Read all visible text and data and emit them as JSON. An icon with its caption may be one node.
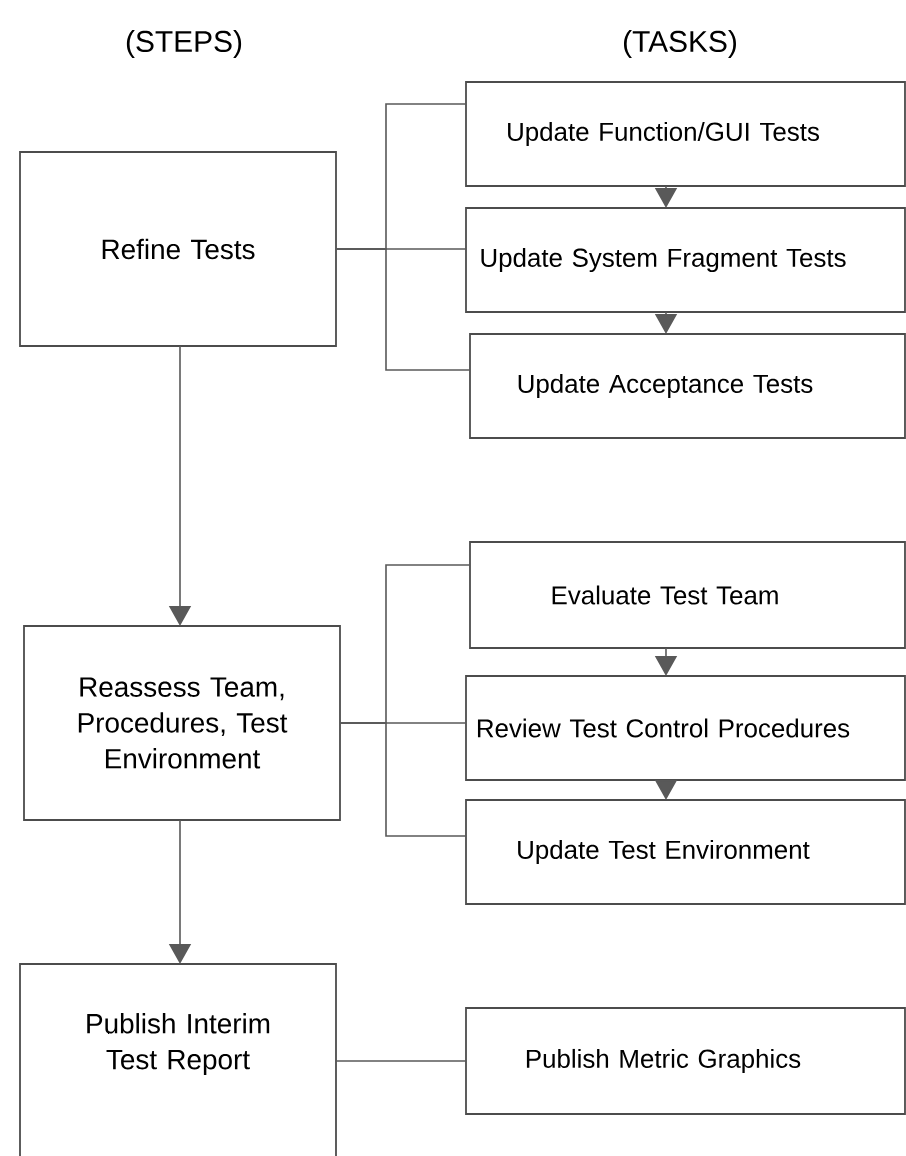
{
  "diagram": {
    "nodes": [
      {
        "text": [
          "Refine Tests"
        ]
      },
      {
        "text": [
          "Update Function/GUI Tests"
        ]
      },
      {
        "text": [
          "Update System Fragment Tests"
        ]
      },
      {
        "text": [
          "Update Acceptance Tests"
        ]
      },
      {
        "text": [
          "Reassess Team, Procedures, Test Environment"
        ]
      },
      {
        "text": [
          "Evaluate Test Team"
        ]
      },
      {
        "text": [
          "Review Test Control Procedures"
        ]
      },
      {
        "text": [
          "Update Test Environment"
        ]
      },
      {
        "text": [
          "Publish Interim Test Report"
        ]
      },
      {
        "text": [
          "Publish Metric Graphics"
        ]
      }
    ],
    "edges": [
      {
        "from": 0,
        "to": 4,
        "arrow": "to"
      },
      {
        "from": 4,
        "to": 8,
        "arrow": "to"
      },
      {
        "from": 1,
        "to": 2,
        "arrow": "to"
      },
      {
        "from": 2,
        "to": 3,
        "arrow": "to"
      },
      {
        "from": 5,
        "to": 6,
        "arrow": "to"
      },
      {
        "from": 6,
        "to": 7,
        "arrow": "to"
      },
      {
        "from": 0,
        "to": 1,
        "arrow": "none"
      },
      {
        "from": 0,
        "to": 2,
        "arrow": "none"
      },
      {
        "from": 0,
        "to": 3,
        "arrow": "none"
      },
      {
        "from": 4,
        "to": 5,
        "arrow": "none"
      },
      {
        "from": 4,
        "to": 6,
        "arrow": "none"
      },
      {
        "from": 4,
        "to": 7,
        "arrow": "none"
      },
      {
        "from": 8,
        "to": 9,
        "arrow": "none"
      }
    ],
    "labels": [
      "(STEPS)",
      "(TASKS)"
    ]
  }
}
